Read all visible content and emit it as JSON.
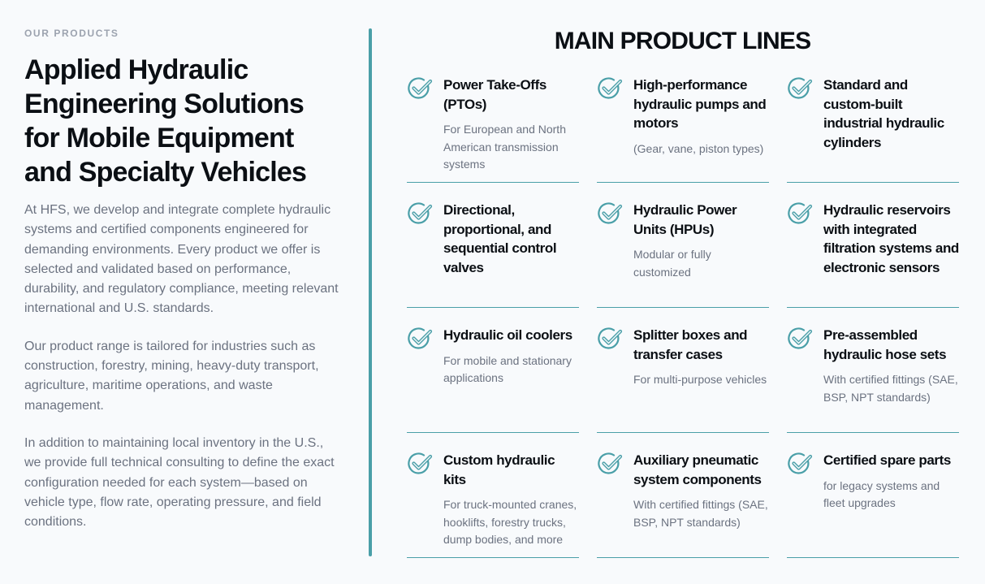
{
  "left": {
    "eyebrow": "OUR PRODUCTS",
    "heading": "Applied Hydraulic Engineering Solutions for Mobile Equipment and Specialty Vehicles",
    "paragraphs": [
      "At HFS, we develop and integrate complete hydraulic systems and certified components engineered for demanding environments. Every product we offer is selected and validated based on performance, durability, and regulatory compliance, meeting relevant international and U.S. standards.",
      "Our product range is tailored for industries such as construction, forestry, mining, heavy-duty transport, agriculture, maritime operations, and waste management.",
      "In addition to maintaining local inventory in the U.S., we provide full technical consulting to define the exact configuration needed for each system—based on vehicle type, flow rate, operating pressure, and field conditions."
    ]
  },
  "right": {
    "title": "MAIN PRODUCT LINES",
    "accent": "#4a9fa8",
    "products": [
      {
        "title": "Power Take-Offs (PTOs)",
        "desc": "For European and North American transmission systems"
      },
      {
        "title": "High-performance hydraulic pumps and motors",
        "desc": "(Gear, vane, piston types)"
      },
      {
        "title": "Standard and custom-built industrial hydraulic cylinders",
        "desc": ""
      },
      {
        "title": "Directional, proportional, and sequential control valves",
        "desc": ""
      },
      {
        "title": "Hydraulic Power Units (HPUs)",
        "desc": "Modular or fully customized"
      },
      {
        "title": "Hydraulic reservoirs with integrated filtration systems and electronic sensors",
        "desc": ""
      },
      {
        "title": "Hydraulic oil coolers",
        "desc": "For mobile and stationary applications"
      },
      {
        "title": "Splitter boxes and transfer cases",
        "desc": "For multi-purpose vehicles"
      },
      {
        "title": "Pre-assembled hydraulic hose sets",
        "desc": "With certified fittings (SAE, BSP, NPT standards)"
      },
      {
        "title": "Custom hydraulic kits",
        "desc": "For truck-mounted cranes, hooklifts, forestry trucks, dump bodies, and more"
      },
      {
        "title": "Auxiliary pneumatic system components",
        "desc": "With certified fittings (SAE, BSP, NPT standards)"
      },
      {
        "title": "Certified spare parts",
        "desc": "for legacy systems and fleet upgrades"
      }
    ]
  }
}
